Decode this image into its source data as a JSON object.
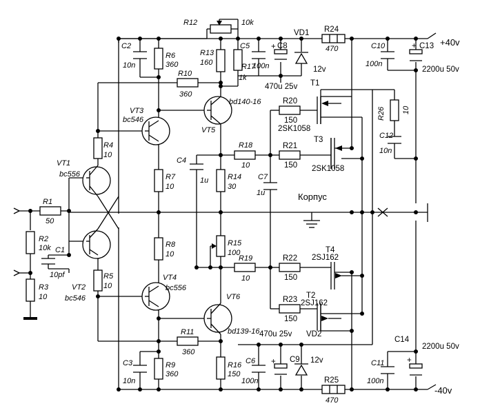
{
  "rails": {
    "pos": "+40v",
    "neg": "-40v",
    "case_label": "Корпус"
  },
  "transistors": {
    "VT1": {
      "name": "VT1",
      "type": "bc556"
    },
    "VT2": {
      "name": "VT2",
      "type": "bc546"
    },
    "VT3": {
      "name": "VT3",
      "type": "bc546"
    },
    "VT4": {
      "name": "VT4",
      "type": "bc556"
    },
    "VT5": {
      "name": "VT5",
      "type": "bd140-16"
    },
    "VT6": {
      "name": "VT6",
      "type": "bd139-16"
    },
    "T1": {
      "name": "T1",
      "type": "2SK1058"
    },
    "T2": {
      "name": "T2",
      "type": "2SJ162"
    },
    "T3": {
      "name": "T3",
      "type": "2SK1058"
    },
    "T4": {
      "name": "T4",
      "type": "2SJ162"
    }
  },
  "resistors": {
    "R1": {
      "name": "R1",
      "value": "50"
    },
    "R2": {
      "name": "R2",
      "value": "10k"
    },
    "R3": {
      "name": "R3",
      "value": "10"
    },
    "R4": {
      "name": "R4",
      "value": "10"
    },
    "R5": {
      "name": "R5",
      "value": "10"
    },
    "R6": {
      "name": "R6",
      "value": "360"
    },
    "R7": {
      "name": "R7",
      "value": "10"
    },
    "R8": {
      "name": "R8",
      "value": "10"
    },
    "R9": {
      "name": "R9",
      "value": "360"
    },
    "R10": {
      "name": "R10",
      "value": "360"
    },
    "R11": {
      "name": "R11",
      "value": "360"
    },
    "R12": {
      "name": "R12",
      "value": "10k"
    },
    "R13": {
      "name": "R13",
      "value": "160"
    },
    "R14": {
      "name": "R14",
      "value": "30"
    },
    "R15": {
      "name": "R15",
      "value": "100"
    },
    "R16": {
      "name": "R16",
      "value": "150"
    },
    "R17": {
      "name": "R17",
      "value": "1k"
    },
    "R18": {
      "name": "R18",
      "value": "10"
    },
    "R19": {
      "name": "R19",
      "value": "10"
    },
    "R20": {
      "name": "R20",
      "value": "150"
    },
    "R21": {
      "name": "R21",
      "value": "150"
    },
    "R22": {
      "name": "R22",
      "value": "150"
    },
    "R23": {
      "name": "R23",
      "value": "150"
    },
    "R24": {
      "name": "R24",
      "value": "470"
    },
    "R25": {
      "name": "R25",
      "value": "470"
    },
    "R26": {
      "name": "R26",
      "value": "10"
    }
  },
  "capacitors": {
    "C1": {
      "name": "C1",
      "value": "10pf"
    },
    "C2": {
      "name": "C2",
      "value": "10n"
    },
    "C3": {
      "name": "C3",
      "value": "10n"
    },
    "C4": {
      "name": "C4",
      "value": "1u"
    },
    "C5": {
      "name": "C5",
      "value": "100n"
    },
    "C6": {
      "name": "C6",
      "value": "100n"
    },
    "C7": {
      "name": "C7",
      "value": "1u"
    },
    "C8": {
      "name": "C8",
      "value": "470u 25v"
    },
    "C9": {
      "name": "C9",
      "value": "470u 25v"
    },
    "C10": {
      "name": "C10",
      "value": "100n"
    },
    "C11": {
      "name": "C11",
      "value": "100n"
    },
    "C12": {
      "name": "C12",
      "value": "10n"
    },
    "C13": {
      "name": "C13",
      "value": "2200u 50v"
    },
    "C14": {
      "name": "C14",
      "value": "2200u 50v"
    }
  },
  "diodes": {
    "VD1": {
      "name": "VD1",
      "value": "12v"
    },
    "VD2": {
      "name": "VD2",
      "value": "12v"
    }
  }
}
